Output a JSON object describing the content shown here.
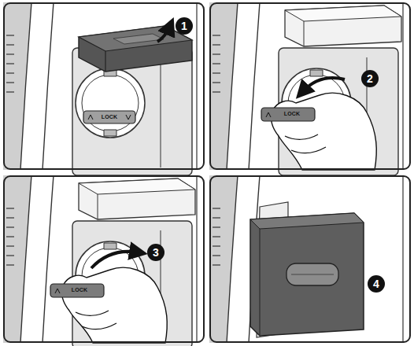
{
  "diagram": {
    "labels": [
      "1",
      "2",
      "3",
      "4",
      "LOCK",
      "LOCK",
      "LOCK"
    ]
  }
}
